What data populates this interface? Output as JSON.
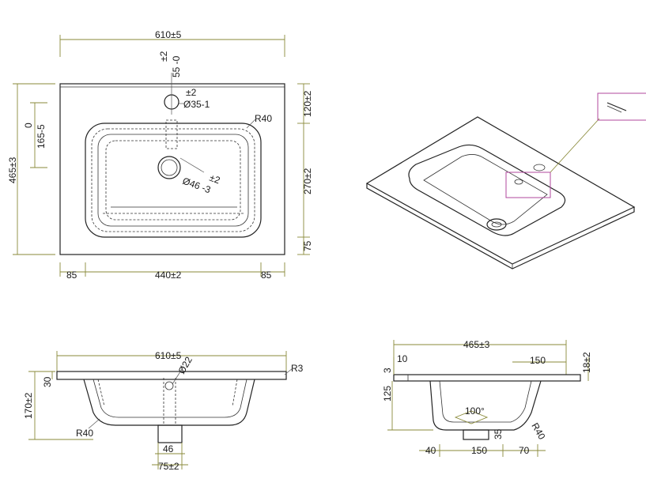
{
  "top_view": {
    "width_label": "610±5",
    "tap_offset_tol": "±2",
    "tap_offset": "55 -0",
    "tap_hole_tol": "±2",
    "tap_hole": "Ø35-1",
    "basin_radius": "R40",
    "right_top": "120±2",
    "right_mid": "270±2",
    "right_bot": "75",
    "overall_depth": "465±3",
    "left_zero": "0",
    "left_offset": "165-5",
    "drain_tol": "±2",
    "drain_hole": "Ø46 -3",
    "bottom_left": "85",
    "bottom_mid": "440±2",
    "bottom_right": "85"
  },
  "front_view": {
    "width_label": "610±5",
    "hole_label": "Ø22",
    "edge_radius": "R3",
    "rim_thickness": "30",
    "height": "170±2",
    "inner_radius": "R40",
    "drain_width": "46",
    "drain_outer": "75±2"
  },
  "side_view": {
    "depth_label": "465±3",
    "top_small": "10",
    "left_small": "3",
    "top_150": "150",
    "right_18": "18±2",
    "height_125": "125",
    "angle": "100°",
    "drain_35": "35",
    "inner_radius": "R40",
    "bottom_40": "40",
    "bottom_150": "150",
    "bottom_70": "70"
  }
}
